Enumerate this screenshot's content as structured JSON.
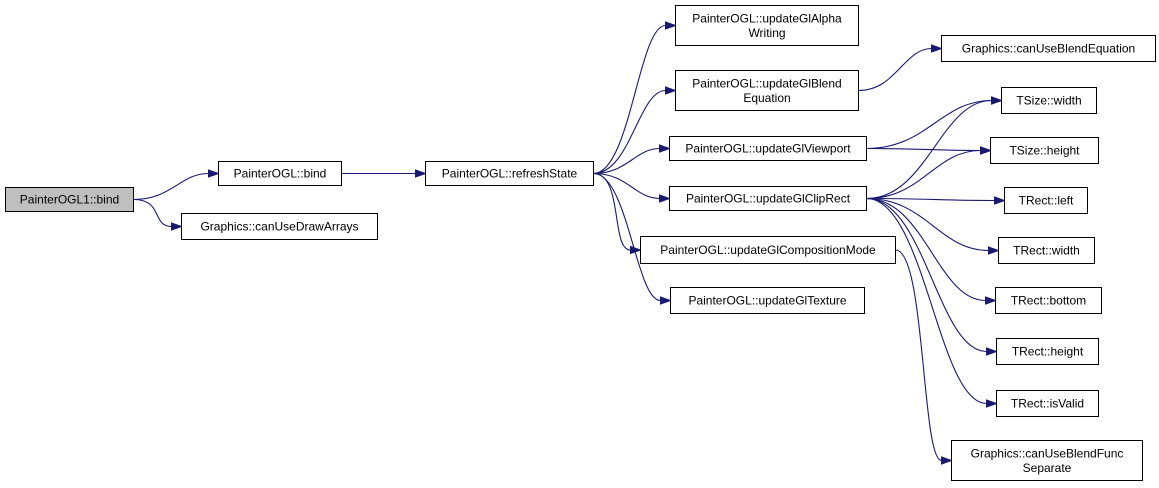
{
  "colors": {
    "edge": "#191970",
    "root_fill": "#bfbfbf",
    "node_fill": "#ffffff",
    "node_stroke": "#000000"
  },
  "nodes": [
    {
      "id": "painterogl1-bind",
      "lines": [
        "PainterOGL1::bind"
      ],
      "root": true
    },
    {
      "id": "painterogl-bind",
      "lines": [
        "PainterOGL::bind"
      ]
    },
    {
      "id": "graphics-canusedrawarrays",
      "lines": [
        "Graphics::canUseDrawArrays"
      ]
    },
    {
      "id": "painterogl-refreshstate",
      "lines": [
        "PainterOGL::refreshState"
      ]
    },
    {
      "id": "painterogl-updateglalphawriting",
      "lines": [
        "PainterOGL::updateGlAlpha",
        "Writing"
      ]
    },
    {
      "id": "painterogl-updateglblendequation",
      "lines": [
        "PainterOGL::updateGlBlend",
        "Equation"
      ]
    },
    {
      "id": "painterogl-updateglviewport",
      "lines": [
        "PainterOGL::updateGlViewport"
      ]
    },
    {
      "id": "painterogl-updateglcliprect",
      "lines": [
        "PainterOGL::updateGlClipRect"
      ]
    },
    {
      "id": "painterogl-updateglcompositionmode",
      "lines": [
        "PainterOGL::updateGlCompositionMode"
      ]
    },
    {
      "id": "painterogl-updategltexture",
      "lines": [
        "PainterOGL::updateGlTexture"
      ]
    },
    {
      "id": "graphics-canuseblendequation",
      "lines": [
        "Graphics::canUseBlendEquation"
      ]
    },
    {
      "id": "tsize-width",
      "lines": [
        "TSize::width"
      ]
    },
    {
      "id": "tsize-height",
      "lines": [
        "TSize::height"
      ]
    },
    {
      "id": "trect-left",
      "lines": [
        "TRect::left"
      ]
    },
    {
      "id": "trect-width",
      "lines": [
        "TRect::width"
      ]
    },
    {
      "id": "trect-bottom",
      "lines": [
        "TRect::bottom"
      ]
    },
    {
      "id": "trect-height",
      "lines": [
        "TRect::height"
      ]
    },
    {
      "id": "trect-isvalid",
      "lines": [
        "TRect::isValid"
      ]
    },
    {
      "id": "graphics-canuseblendfuncseparate",
      "lines": [
        "Graphics::canUseBlendFunc",
        "Separate"
      ]
    }
  ],
  "edges": [
    {
      "from": "painterogl1-bind",
      "to": "painterogl-bind"
    },
    {
      "from": "painterogl1-bind",
      "to": "graphics-canusedrawarrays"
    },
    {
      "from": "painterogl-bind",
      "to": "painterogl-refreshstate"
    },
    {
      "from": "painterogl-refreshstate",
      "to": "painterogl-updateglalphawriting"
    },
    {
      "from": "painterogl-refreshstate",
      "to": "painterogl-updateglblendequation"
    },
    {
      "from": "painterogl-refreshstate",
      "to": "painterogl-updateglviewport"
    },
    {
      "from": "painterogl-refreshstate",
      "to": "painterogl-updateglcliprect"
    },
    {
      "from": "painterogl-refreshstate",
      "to": "painterogl-updateglcompositionmode"
    },
    {
      "from": "painterogl-refreshstate",
      "to": "painterogl-updategltexture"
    },
    {
      "from": "painterogl-updateglblendequation",
      "to": "graphics-canuseblendequation"
    },
    {
      "from": "painterogl-updateglviewport",
      "to": "tsize-width"
    },
    {
      "from": "painterogl-updateglviewport",
      "to": "tsize-height"
    },
    {
      "from": "painterogl-updateglcliprect",
      "to": "tsize-width"
    },
    {
      "from": "painterogl-updateglcliprect",
      "to": "tsize-height"
    },
    {
      "from": "painterogl-updateglcliprect",
      "to": "trect-left"
    },
    {
      "from": "painterogl-updateglcliprect",
      "to": "trect-width"
    },
    {
      "from": "painterogl-updateglcliprect",
      "to": "trect-bottom"
    },
    {
      "from": "painterogl-updateglcliprect",
      "to": "trect-height"
    },
    {
      "from": "painterogl-updateglcliprect",
      "to": "trect-isvalid"
    },
    {
      "from": "painterogl-updateglcompositionmode",
      "to": "graphics-canuseblendfuncseparate"
    }
  ]
}
